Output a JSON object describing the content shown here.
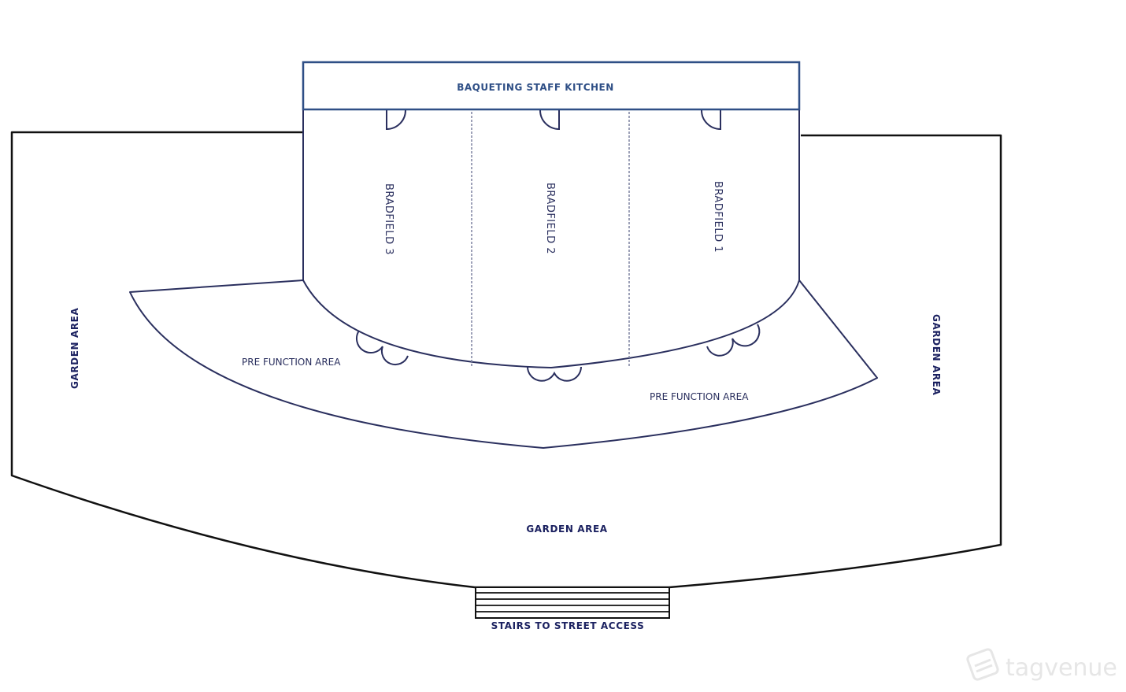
{
  "labels": {
    "kitchen": "BAQUETING STAFF KITCHEN",
    "room_3": "BRADFIELD 3",
    "room_2": "BRADFIELD 2",
    "room_1": "BRADFIELD 1",
    "pre_function_left": "PRE FUNCTION AREA",
    "pre_function_right": "PRE FUNCTION AREA",
    "garden_left": "GARDEN AREA",
    "garden_right": "GARDEN AREA",
    "garden_bottom": "GARDEN AREA",
    "stairs": "STAIRS TO STREET ACCESS"
  },
  "watermark": {
    "text": "tagvenue",
    "icon": "tagvenue-logo-icon"
  },
  "colors": {
    "label_navy": "#1b2160",
    "kitchen_blue": "#2f4f86",
    "outline": "#111111"
  }
}
